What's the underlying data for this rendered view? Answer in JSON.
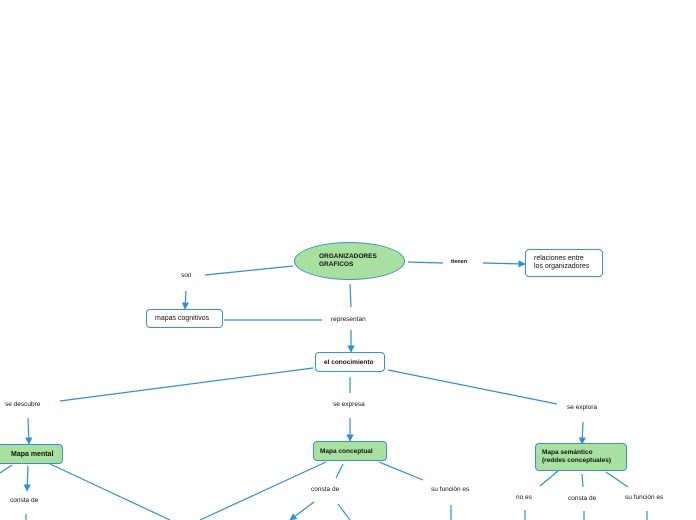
{
  "colors": {
    "line": "#2f8fd6",
    "node_fill_green": "#a8e0a0",
    "node_border": "#3a8fd0"
  },
  "nodes": {
    "root": {
      "line1": "ORGANIZADORES",
      "line2": "GRAFICOS"
    },
    "mapas_cognitivos": "mapas cognitivos",
    "relaciones": {
      "line1": "relaciones entre",
      "line2": "los organizadores"
    },
    "conocimiento": "el conocimiento",
    "mapa_mental": "Mapa mental",
    "mapa_conceptual": "Mapa conceptual",
    "mapa_semantico": {
      "line1": "Mapa semántico",
      "line2": "(reddes conceptuales)"
    }
  },
  "links": {
    "son": "son",
    "tienen": "tienen",
    "representan": "representan",
    "se_descubre": "se descubre",
    "se_expresa": "se expresa",
    "se_explora": "se explora",
    "consta_de_mental": "consta de",
    "consta_de_conceptual": "consta de",
    "su_funcion_conceptual": "su función es",
    "no_es": "no es",
    "consta_de_semantico": "consta de",
    "su_funcion_semantico": "su función es"
  }
}
